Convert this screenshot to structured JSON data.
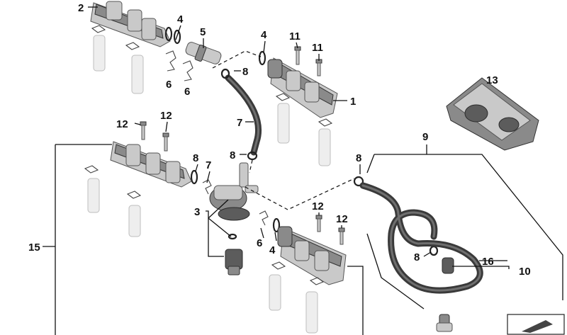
{
  "callouts": {
    "c1": "1",
    "c2": "2",
    "c3": "3",
    "c4a": "4",
    "c4b": "4",
    "c4c": "4",
    "c5": "5",
    "c6a": "6",
    "c6b": "6",
    "c6c": "6",
    "c7a": "7",
    "c7b": "7",
    "c8a": "8",
    "c8b": "8",
    "c8c": "8",
    "c8d": "8",
    "c8e": "8",
    "c9": "9",
    "c10": "10",
    "c11a": "11",
    "c11b": "11",
    "c12a": "12",
    "c12b": "12",
    "c12c": "12",
    "c12d": "12",
    "c13": "13",
    "c15": "15",
    "c16": "16"
  },
  "colors": {
    "line": "#111111",
    "part_dark": "#5c5c5c",
    "part_light": "#c9c9c9",
    "ghost": "#eeeeee"
  }
}
